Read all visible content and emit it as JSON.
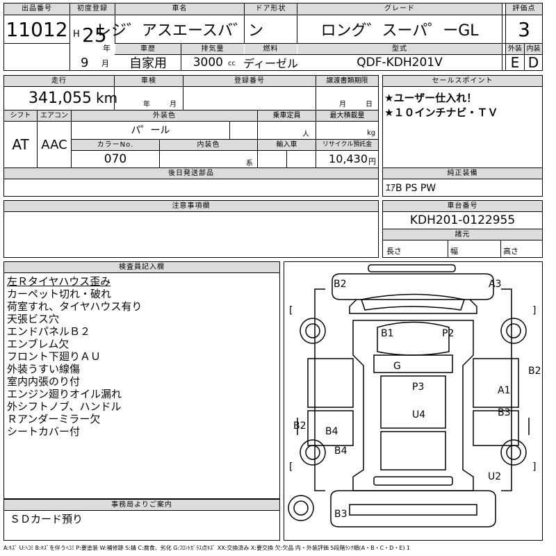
{
  "header_row": {
    "lot_number": {
      "label": "出品番号",
      "value": "11012"
    },
    "first_registration": {
      "label": "初度登録",
      "era": "H",
      "year": "25",
      "year_unit": "年",
      "month": "9",
      "month_unit": "月"
    },
    "car_name": {
      "label": "車名",
      "value": "レジ゛アスエースバ゛ン"
    },
    "door_type": {
      "label": "ドア形状",
      "value": ""
    },
    "grade": {
      "label": "グレード",
      "value": "ロング゛スーパ゜ーGL"
    },
    "score": {
      "label": "評価点",
      "value": "3"
    },
    "history": {
      "label": "車歴",
      "value": "自家用"
    },
    "displacement": {
      "label": "排気量",
      "value": "3000",
      "unit": "cc"
    },
    "fuel": {
      "label": "燃料",
      "value": "ディーゼル"
    },
    "model": {
      "label": "型式",
      "value": "QDF-KDH201V"
    },
    "exterior_grade": {
      "label": "外装",
      "value": "E"
    },
    "interior_grade": {
      "label": "内装",
      "value": "D"
    }
  },
  "mid_row": {
    "mileage": {
      "label": "走行",
      "value": "341,055",
      "unit": "km"
    },
    "inspection": {
      "label": "車検",
      "year_unit": "年",
      "month_unit": "月"
    },
    "registration_number": {
      "label": "登録番号",
      "value": ""
    },
    "transfer_deadline": {
      "label": "譲渡書類期限",
      "month_unit": "月",
      "day_unit": "日"
    },
    "shift": {
      "label": "シフト",
      "value": "AT"
    },
    "aircon": {
      "label": "エアコン",
      "value": "AAC"
    },
    "exterior_color": {
      "label": "外装色",
      "value": "パ゜ール"
    },
    "capacity": {
      "label": "乗車定員",
      "unit": "人"
    },
    "max_load": {
      "label": "最大積載量",
      "unit": "kg"
    },
    "color_no": {
      "label": "カラーNo.",
      "value": "070"
    },
    "interior_color": {
      "label": "内装色",
      "unit": "系"
    },
    "import": {
      "label": "輸入車",
      "value": ""
    },
    "recycle_fee": {
      "label": "リサイクル預託金",
      "value": "10,430",
      "unit": "円"
    },
    "later_parts": {
      "label": "後日発送部品",
      "value": ""
    }
  },
  "sales_points": {
    "label": "セールスポイント",
    "items": [
      "★ユーザー仕入れ！",
      "★１０インチナビ・ＴＶ"
    ]
  },
  "genuine_equipment": {
    "label": "純正装備",
    "value": "ｴｱB  PS  PW"
  },
  "notes": {
    "label": "注意事項欄",
    "value": ""
  },
  "chassis": {
    "label": "車台番号",
    "value": "KDH201-0122955"
  },
  "dimensions": {
    "label": "諸元",
    "length": "長さ",
    "width": "幅",
    "height": "高さ"
  },
  "inspector": {
    "label": "検査員記入欄",
    "lines": [
      "左Ｒタイヤハウス歪み",
      "カーペット切れ・破れ",
      "荷室すれ、タイヤハウス有り",
      "天張ビス穴",
      "エンドパネルＢ２",
      "エンブレム欠",
      "フロント下廻りＡＵ",
      "外装うすい線傷",
      "室内内張のり付",
      "エンジン廻りオイル漏れ",
      "外シフトノブ、ハンドル",
      "Ｒアンダーミラー欠",
      "シートカバー付"
    ]
  },
  "office_notice": {
    "label": "事務局よりご案内",
    "value": "ＳＤカード預り"
  },
  "diagram_marks": [
    "B2",
    "A3",
    "B1",
    "P2",
    "G",
    "B2",
    "P3",
    "A1",
    "U4",
    "B3",
    "B2",
    "B4",
    "B4",
    "U2",
    "B3"
  ],
  "diagram_brackets": {
    "open": "[",
    "close": "]"
  },
  "legend": "A:ｷｽﾞ U:ﾍｺﾐ B:ｷｽﾞを伴うﾍｺﾐ P:要塗装 W:補修跡 S:錆 C:腐食、劣化 G:ﾌﾛﾝﾄｶﾞﾗｽ点ｷｽﾞ XX:交換済み X:要交換 欠:欠品 内・外装評価 5段階ﾗﾝｸ順(A・B・C・D・E) 1"
}
